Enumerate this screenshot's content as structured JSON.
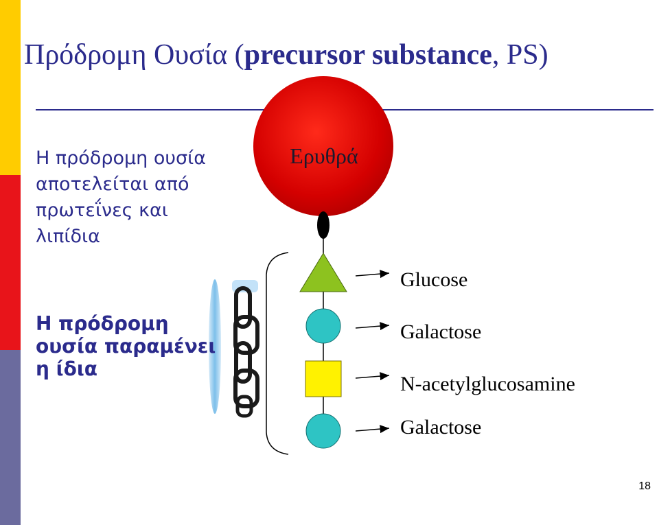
{
  "slide": {
    "title_normal": "Πρόδρομη Ουσία (",
    "title_bold": "precursor substance",
    "title_end": ", PS)",
    "paragraph1": "Η πρόδρομη ουσία\nαποτελείται από\nπρωτεΐνες και\nλιπίδια",
    "paragraph2": "Η πρόδρομη\nουσία παραμένει\nη ίδια",
    "cell_label": "Ερυθρά",
    "sugars": [
      "Glucose",
      "Galactose",
      "N-acetylglucosamine",
      "Galactose"
    ],
    "page_number": "18"
  },
  "colors": {
    "accent_blue": "#2B2B8C",
    "cell_red": "#D40000",
    "triangle_green": "#8DC21F",
    "circle_teal": "#2EC4C4",
    "square_yellow": "#FFF200",
    "bar_yellow": "#FFCC00",
    "bar_red": "#E8141A",
    "bar_blue": "#6B6B9E"
  }
}
